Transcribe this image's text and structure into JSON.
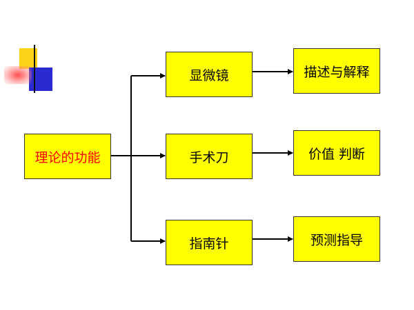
{
  "diagram": {
    "root": {
      "label": "理论的功能",
      "color": "#ff0000"
    },
    "nodes": [
      {
        "label": "显微镜",
        "result": "描述与解释"
      },
      {
        "label": "手术刀",
        "result": "价值 判断"
      },
      {
        "label": "指南针",
        "result": "预测指导"
      }
    ],
    "colors": {
      "box_fill": "#ffff00",
      "line": "#000000"
    }
  }
}
